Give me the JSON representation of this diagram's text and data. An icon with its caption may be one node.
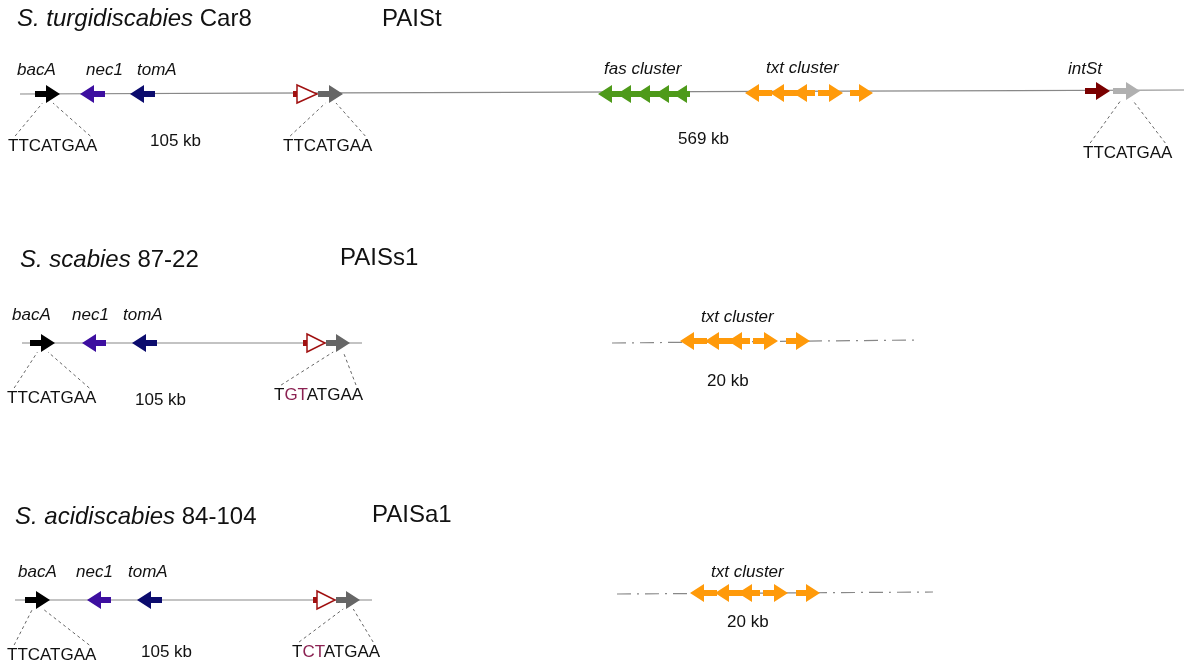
{
  "diagram": {
    "nodes": [
      {
        "text": [],
        "shape": "arrow",
        "beside": [
          "bacA"
        ]
      },
      {
        "text": [],
        "shape": "arrow"
      },
      {
        "text": [],
        "shape": "arrow",
        "beside": [
          "intSt"
        ]
      },
      {
        "text": [
          "TTCATGAA"
        ]
      },
      {
        "text": [
          "TTCATGAA"
        ]
      },
      {
        "text": [
          "TTCATGAA"
        ]
      },
      {
        "text": [],
        "shape": "arrow",
        "beside": [
          "bacA"
        ]
      },
      {
        "text": [],
        "shape": "arrow"
      },
      {
        "text": [
          "TTCATGAA"
        ]
      },
      {
        "text": [
          "TGTATGAA"
        ]
      },
      {
        "text": [],
        "shape": "arrow",
        "beside": [
          "bacA"
        ]
      },
      {
        "text": [],
        "shape": "arrow"
      },
      {
        "text": [
          "TTCATGAA"
        ]
      },
      {
        "text": [
          "TCTATGAA"
        ]
      }
    ],
    "edges": [
      {
        "from": 3,
        "to": 0,
        "arrow": "none",
        "style": "dashed"
      },
      {
        "from": 3,
        "to": 0,
        "arrow": "none",
        "style": "dashed"
      },
      {
        "from": 4,
        "to": 1,
        "arrow": "none",
        "style": "dashed"
      },
      {
        "from": 4,
        "to": 1,
        "arrow": "none",
        "style": "dashed"
      },
      {
        "from": 5,
        "to": 2,
        "arrow": "none",
        "style": "dashed"
      },
      {
        "from": 5,
        "to": 2,
        "arrow": "none",
        "style": "dashed"
      },
      {
        "from": 8,
        "to": 6,
        "arrow": "none",
        "style": "dashed"
      },
      {
        "from": 8,
        "to": 6,
        "arrow": "none",
        "style": "dashed"
      },
      {
        "from": 9,
        "to": 7,
        "arrow": "none",
        "style": "dashed"
      },
      {
        "from": 9,
        "to": 7,
        "arrow": "none",
        "style": "dashed"
      },
      {
        "from": 12,
        "to": 10,
        "arrow": "none",
        "style": "dashed"
      },
      {
        "from": 12,
        "to": 10,
        "arrow": "none",
        "style": "dashed"
      },
      {
        "from": 13,
        "to": 11,
        "arrow": "none",
        "style": "dashed"
      },
      {
        "from": 13,
        "to": 11,
        "arrow": "none",
        "style": "dashed"
      }
    ],
    "labels": [
      "*S. turgidiscabies* Car8",
      "PAISt",
      "nec1",
      "tomA",
      "fas cluster",
      "txt cluster",
      "105 kb",
      "569 kb",
      "*S. scabies* 87-22",
      "PAISs1",
      "nec1",
      "tomA",
      "txt cluster",
      "20 kb",
      "105 kb",
      "*S. acidiscabies* 84-104",
      "PAISa1",
      "nec1",
      "tomA",
      "txt cluster",
      "20 kb",
      "105 kb"
    ]
  }
}
